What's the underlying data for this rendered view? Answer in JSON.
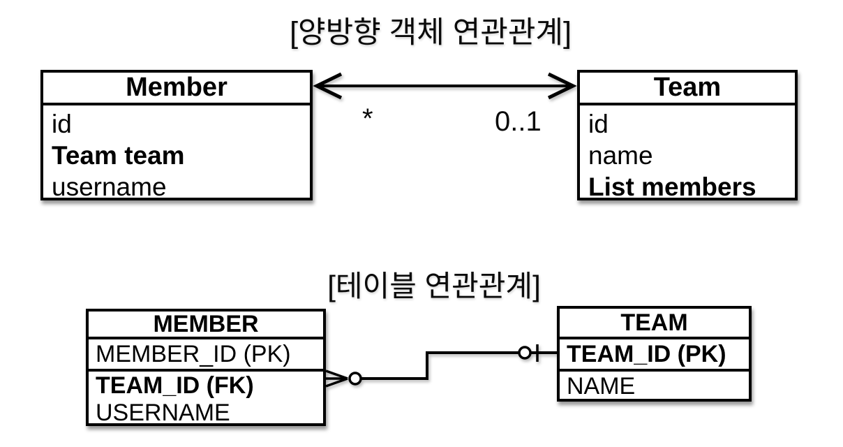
{
  "object_diagram": {
    "title": "[양방향 객체 연관관계]",
    "member_class": {
      "name": "Member",
      "fields": [
        {
          "text": "id",
          "bold": false
        },
        {
          "text": "Team team",
          "bold": true
        },
        {
          "text": "username",
          "bold": false
        }
      ]
    },
    "team_class": {
      "name": "Team",
      "fields": [
        {
          "text": "id",
          "bold": false
        },
        {
          "text": "name",
          "bold": false
        },
        {
          "text": "List members",
          "bold": true
        }
      ]
    },
    "association": {
      "style": "bidirectional-double-headed-arrow",
      "member_side_multiplicity": "*",
      "team_side_multiplicity": "0..1"
    }
  },
  "table_diagram": {
    "title": "[테이블 연관관계]",
    "member_table": {
      "name": "MEMBER",
      "primary_key_row": "MEMBER_ID (PK)",
      "rows": [
        {
          "text": "TEAM_ID (FK)",
          "bold": true
        },
        {
          "text": "USERNAME",
          "bold": false
        }
      ]
    },
    "team_table": {
      "name": "TEAM",
      "primary_key_row": "TEAM_ID (PK)",
      "rows": [
        {
          "text": "NAME",
          "bold": false
        }
      ]
    },
    "relationship": {
      "member_side_marker": "zero-or-many crow's foot with circle",
      "team_side_marker": "zero-or-one circle with tick"
    }
  },
  "colors": {
    "background": "#ffffff",
    "line": "#000000",
    "text": "#000000"
  }
}
